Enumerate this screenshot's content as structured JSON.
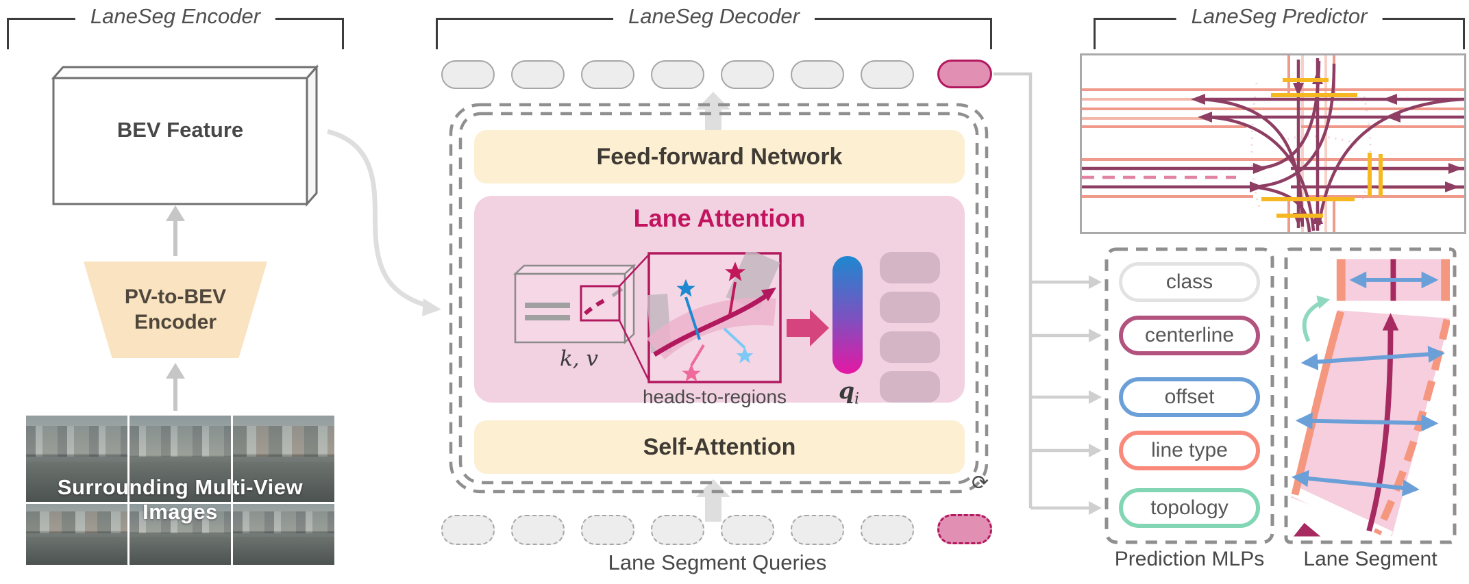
{
  "encoder": {
    "title": "LaneSeg Encoder",
    "bev_feature": "BEV Feature",
    "pv_to_bev_line1": "PV-to-BEV",
    "pv_to_bev_line2": "Encoder",
    "images_caption": "Surrounding Multi-View Images"
  },
  "decoder": {
    "title": "LaneSeg Decoder",
    "ffn": "Feed-forward Network",
    "lane_attention": "Lane Attention",
    "kv": "k, v",
    "heads_to_regions": "heads-to-regions",
    "q": "q",
    "q_sub": "i",
    "self_attention": "Self-Attention",
    "queries_caption": "Lane Segment Queries",
    "loop_icon": "⟳",
    "num_query_tokens": 8
  },
  "predictor": {
    "title": "LaneSeg Predictor",
    "mlps_caption": "Prediction MLPs",
    "lane_segment_caption": "Lane Segment",
    "mlp_heads": [
      {
        "label": "class",
        "color": "#E2E2E2"
      },
      {
        "label": "centerline",
        "color": "#B2527E"
      },
      {
        "label": "offset",
        "color": "#6B9FD8"
      },
      {
        "label": "line type",
        "color": "#F8897B"
      },
      {
        "label": "topology",
        "color": "#82D6B4"
      }
    ]
  },
  "colors": {
    "accent_magenta": "#B2185E",
    "lane_attention_fill": "#F2D1E1",
    "attention_bar_fill": "#FCEFD2",
    "query_pink": "#E28FB4",
    "token_gray": "#EDEDED",
    "arrow_gray": "#CFCFCF",
    "qi_gradient_top": "#1E88D0",
    "qi_gradient_bottom": "#E617A3",
    "road_salmon": "#F09A8C",
    "road_maroon": "#8E3E63",
    "road_yellow": "#F5B821",
    "offset_blue": "#6B9FD8",
    "topology_teal": "#8FD8C0",
    "star_blue": "#1E88D0",
    "star_crimson": "#C2185B",
    "star_pink": "#F0699C",
    "star_lightblue": "#7CC9F5"
  }
}
